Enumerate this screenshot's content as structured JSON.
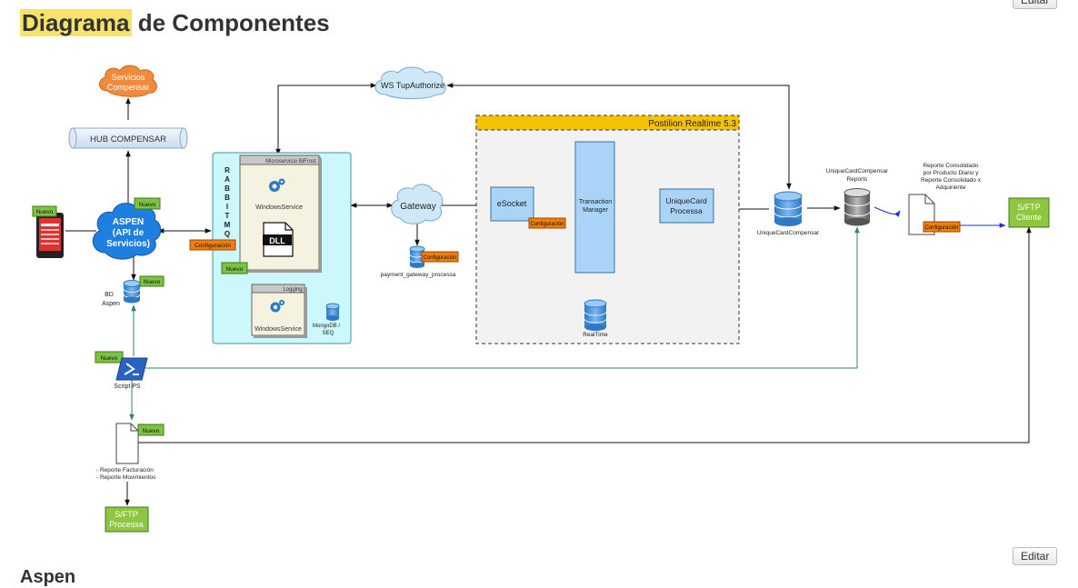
{
  "page": {
    "title_highlight": "Diagrama",
    "title_rest": " de Componentes",
    "edit_label": "Editar",
    "next_section": "Aspen"
  },
  "diagram": {
    "servicios_line1": "Servicios",
    "servicios_line2": "Compensar",
    "hub": "HUB COMPENSAR",
    "ws": "WS TupAuthorize",
    "aspen_line1": "ASPEN",
    "aspen_line2": "(API de",
    "aspen_line3": "Servicios)",
    "nuevo": "Nuevo",
    "configuracion": "Configuración",
    "bd_line1": "BD",
    "bd_line2": "Aspen",
    "rabbit_letters": [
      "R",
      "A",
      "B",
      "B",
      "I",
      "T",
      "M",
      "Q"
    ],
    "bifrost_title": "Microservicio BiFrost",
    "windows_service": "WindowsService",
    "dll": "DLL",
    "logging_title": "Logging",
    "mongo_line1": "MongoDB /",
    "mongo_line2": "SEQ",
    "gateway": "Gateway",
    "payment_db": "payment_gateway_processa",
    "postilion": "Postilion Realtime 5.3",
    "esocket": "eSocket",
    "tm_line1": "Transaction",
    "tm_line2": "Manager",
    "uc_line1": "UniqueCard",
    "uc_line2": "Processa",
    "realtime": "RealTime",
    "uc_db": "UniqueCardCompensar",
    "reports_line1": "UniqueCardCompensar",
    "reports_line2": "Reports",
    "consol_line1": "Reporte Consolidado",
    "consol_line2": "por Producto Diario y",
    "consol_line3": "Reporte Consolidado x",
    "consol_line4": "Adquiriente",
    "sftp_line1": "S/FTP",
    "cliente": "Cliente",
    "processa": "Processa",
    "script": "Script PS",
    "rep_line1": "- Reporte Facturación",
    "rep_line2": "- Reporte Movimientos"
  },
  "colors": {
    "title_highlight": "#f6e36a",
    "bifrost_bg": "#ccf7fb",
    "aspen_cloud": "#1f7fe0",
    "servicios_cloud": "#f08a3c",
    "sftp_green": "#8ec63f",
    "postilion_header": "#f5c200",
    "component_blue": "#a9d4f7",
    "nuevo_badge": "#7dc242",
    "config_badge": "#f07e0c"
  }
}
